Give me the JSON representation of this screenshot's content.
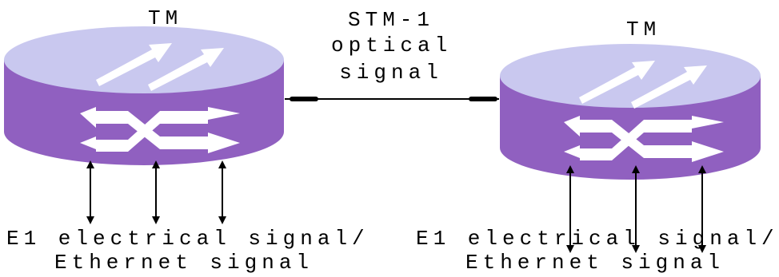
{
  "nodes": [
    {
      "id": "left",
      "type_label": "TM",
      "tributary_label_line1": "E1 electrical signal/",
      "tributary_label_line2": "Ethernet signal"
    },
    {
      "id": "right",
      "type_label": "TM",
      "tributary_label_line1": "E1 electrical signal/",
      "tributary_label_line2": "Ethernet signal"
    }
  ],
  "link": {
    "line1": "STM-1",
    "line2": "optical",
    "line3": "signal"
  },
  "colors": {
    "device_top": "#c9c8ef",
    "device_body": "#9060c0",
    "arrow_fill": "#ffffff",
    "line": "#000000"
  }
}
